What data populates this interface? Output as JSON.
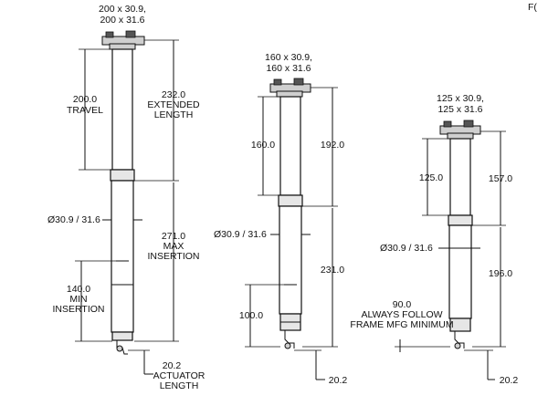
{
  "corner_label": "F(",
  "posts": [
    {
      "size_label": [
        "200 x 30.9,",
        "200 x 31.6"
      ],
      "travel": "200.0",
      "travel_label": "TRAVEL",
      "extended_length": "232.0",
      "extended_label": [
        "EXTENDED",
        "LENGTH"
      ],
      "diameter": "Ø30.9 / 31.6",
      "max_insertion": "271.0",
      "max_insertion_label": [
        "MAX",
        "INSERTION"
      ],
      "min_insertion": "140.0",
      "min_insertion_label": [
        "MIN",
        "INSERTION"
      ],
      "actuator": "20.2",
      "actuator_label": [
        "ACTUATOR",
        "LENGTH"
      ]
    },
    {
      "size_label": [
        "160 x 30.9,",
        "160 x 31.6"
      ],
      "travel": "160.0",
      "extended_length": "192.0",
      "diameter": "Ø30.9 / 31.6",
      "max_insertion": "231.0",
      "min_insertion": "100.0",
      "actuator": "20.2"
    },
    {
      "size_label": [
        "125 x 30.9,",
        "125 x 31.6"
      ],
      "travel": "125.0",
      "extended_length": "157.0",
      "diameter": "Ø30.9 / 31.6",
      "max_insertion": "196.0",
      "min_insertion": "90.0",
      "min_insertion_label": [
        "ALWAYS FOLLOW",
        "FRAME MFG MINIMUM"
      ],
      "actuator": "20.2"
    }
  ]
}
